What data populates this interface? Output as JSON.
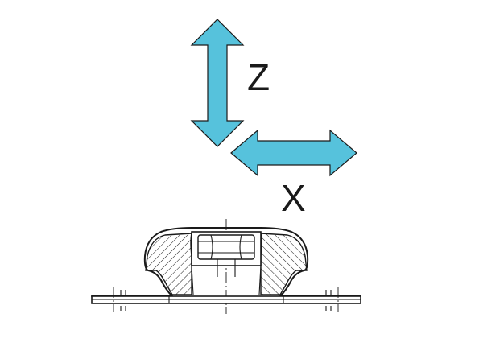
{
  "axes": {
    "z_label": "Z",
    "x_label": "X",
    "arrow_color": "#56c2dc",
    "stroke_color": "#1a1a1a"
  },
  "drawing": {
    "part": "anti-vibration-mount-cross-section"
  }
}
